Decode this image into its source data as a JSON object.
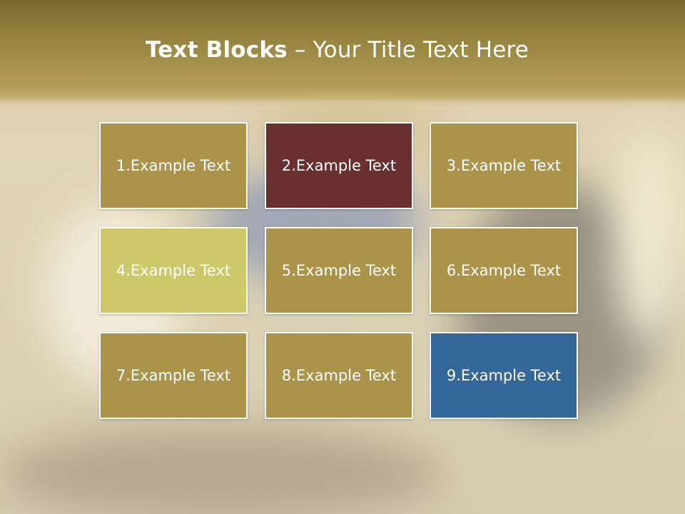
{
  "title": {
    "bold": "Text Blocks",
    "separator": " – ",
    "rest": "Your Title Text Here"
  },
  "blocks": [
    {
      "label": "1.Example Text",
      "color": "#ab9449"
    },
    {
      "label": "2.Example Text",
      "color": "#6a2f2f"
    },
    {
      "label": "3.Example Text",
      "color": "#ab9449"
    },
    {
      "label": "4.Example Text",
      "color": "#cbc96a"
    },
    {
      "label": "5.Example Text",
      "color": "#ab9449"
    },
    {
      "label": "6.Example Text",
      "color": "#ab9449"
    },
    {
      "label": "7.Example Text",
      "color": "#ab9449"
    },
    {
      "label": "8.Example Text",
      "color": "#ab9449"
    },
    {
      "label": "9.Example Text",
      "color": "#336699"
    }
  ]
}
